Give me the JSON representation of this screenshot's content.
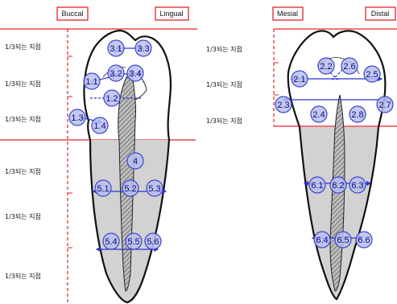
{
  "headers": {
    "buccal": "Buccal",
    "lingual": "Lingual",
    "mesial": "Mesial",
    "distal": "Distal"
  },
  "third_label": "1/3되는 지점",
  "points_left": [
    "3.1",
    "3.3",
    "3.2",
    "3.4",
    "1.1",
    "1.2",
    "1.3",
    "1.4",
    "4",
    "5.1",
    "5.2",
    "5.3",
    "5.4",
    "5.5",
    "5.6"
  ],
  "points_right": [
    "2.2",
    "2.6",
    "2.1",
    "2.5",
    "2.3",
    "2.4",
    "2.8",
    "2.7",
    "6.1",
    "6.2",
    "6.3",
    "6.4",
    "6.5",
    "6.6"
  ],
  "colors": {
    "guide_red": "#e0242a",
    "tooth_fill": "#d2d2d2",
    "point_fill": "#b9c0ee",
    "point_stroke": "#3b45c9",
    "arrow_blue": "#2a32d0"
  }
}
